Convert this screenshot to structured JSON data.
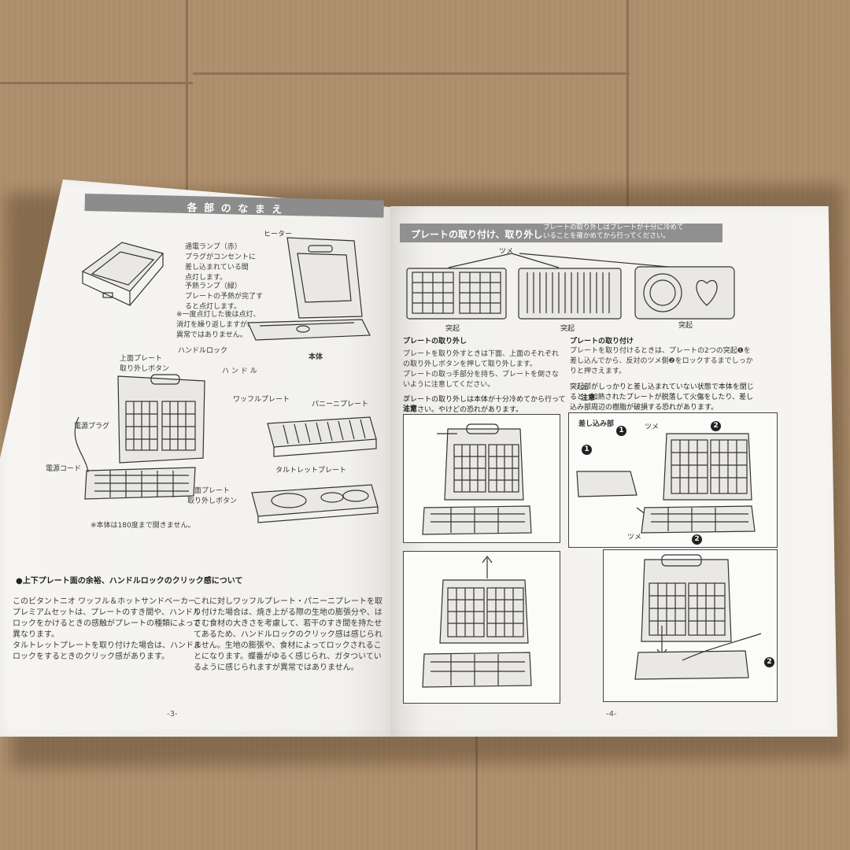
{
  "left_page": {
    "title": "各 部 の な ま え",
    "labels": {
      "lamp_red": "通電ランプ（赤）\nプラグがコンセントに\n差し込まれている間\n点灯します。",
      "lamp_green": "予熱ランプ（緑）\nプレートの予熱が完了す\nると点灯します。",
      "lamp_note": "※一度点灯した後は点灯、\n消灯を繰り返しますが、\n異常ではありません。",
      "heater": "ヒーター",
      "body": "本体",
      "upper_release": "上面プレート\n取り外しボタン",
      "handle_lock": "ハンドルロック",
      "handle": "ハ ン ド ル",
      "waffle_plate": "ワッフルプレート",
      "panini_plate": "パニーニプレート",
      "power_plug": "電源プラグ",
      "power_cord": "電源コード",
      "tartlet_plate": "タルトレットプレート",
      "lower_release": "下面プレート\n取り外しボタン",
      "open_note": "※本体は180度まで開きません。"
    },
    "section_heading": "●上下プレート面の余裕、ハンドルロックのクリック感について",
    "para_left": "このビタントニオ ワッフル＆ホットサンドベーカー\nプレミアムセットは、プレートのすき間や、ハンドル\nロックをかけるときの感触がプレートの種類によって\n異なります。\nタルトレットプレートを取り付けた場合は、ハンドル\nロックをするときのクリック感があります。",
    "para_right": "これに対しワッフルプレート・パニーニプレートを取\nり付けた場合は、焼き上がる際の生地の膨張分や、は\nさむ食材の大きさを考慮して、若干のすき間を持たせ\nてあるため、ハンドルロックのクリック感は感じられ\nません。生地の膨張や、食材によってロックされるこ\nとになります。蝶番がゆるく感じられ、ガタついてい\nるように感じられますが異常ではありません。",
    "page_number": "-3-"
  },
  "right_page": {
    "title": "プレートの取り付け、取り外し",
    "title_note": "プレートの取り外しはプレートが十分に冷めて\nいることを確かめてから行ってください。",
    "tsume": "ツメ",
    "tokki": "突起",
    "remove_heading": "プレートの取り外し",
    "remove_text": "プレートを取り外すときは下面、上面のそれぞれ\nの取り外しボタンを押して取り外します。\nプレートの取っ手部分を持ち、プレートを倒さな\nいように注意してください。",
    "caution_label": "注意",
    "remove_caution": "プレートの取り外しは本体が十分冷めてから行って\nください。やけどの恐れがあります。",
    "attach_heading": "プレートの取り付け",
    "attach_text": "プレートを取り付けるときは、プレートの2つの突起❶を\n差し込んでから、反対のツメ側❷をロックするまでしっか\nりと押さえます。",
    "attach_caution": "突起部がしっかりと差し込まれていない状態で本体を閉じ\nると、加熱されたプレートが脱落して火傷をしたり、差し\n込み部周辺の樹脂が破損する恐れがあります。",
    "insert_label": "差し込み部",
    "tsume_label": "ツメ",
    "num1": "1",
    "num2": "2",
    "page_number": "-4-"
  }
}
